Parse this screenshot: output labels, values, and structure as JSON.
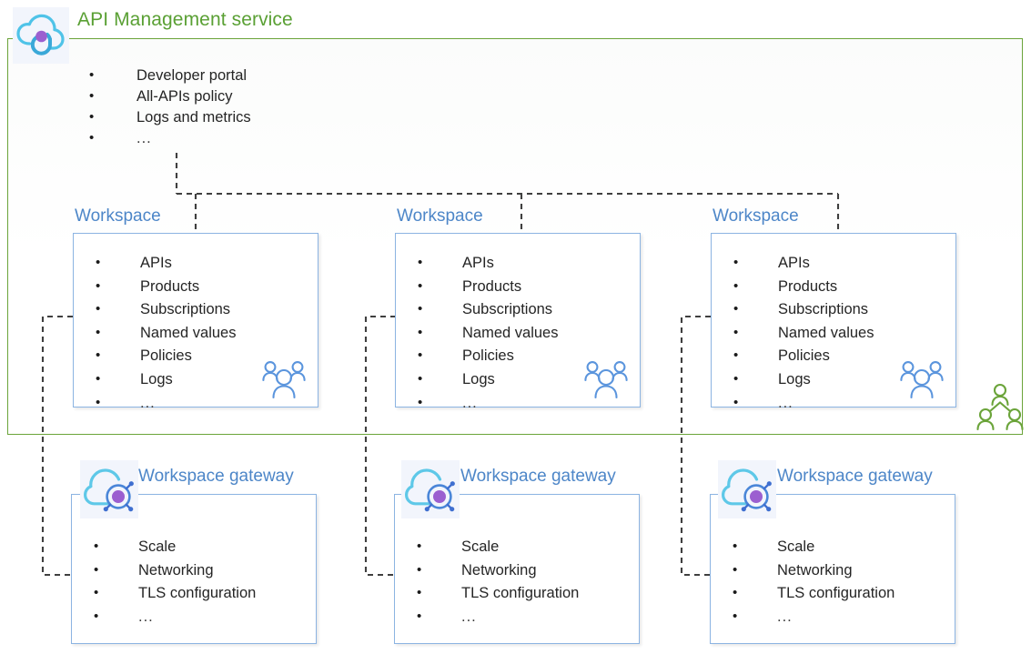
{
  "diagram": {
    "title": "API Management service",
    "title_color": "#5aa034",
    "accent_blue": "#4d86c8",
    "box_border": "#8cb4e2",
    "service_icon": "api-management-cloud-icon",
    "tenant_people_icon": "tenant-users-icon",
    "root_items": [
      "Developer portal",
      "All-APIs policy",
      "Logs and metrics",
      "..."
    ],
    "workspaces": [
      {
        "title": "Workspace",
        "items": [
          "APIs",
          "Products",
          "Subscriptions",
          "Named values",
          "Policies",
          "Logs",
          "..."
        ],
        "people_icon": "workspace-users-icon"
      },
      {
        "title": "Workspace",
        "items": [
          "APIs",
          "Products",
          "Subscriptions",
          "Named values",
          "Policies",
          "Logs",
          "..."
        ],
        "people_icon": "workspace-users-icon"
      },
      {
        "title": "Workspace",
        "items": [
          "APIs",
          "Products",
          "Subscriptions",
          "Named values",
          "Policies",
          "Logs",
          "..."
        ],
        "people_icon": "workspace-users-icon"
      }
    ],
    "gateways": [
      {
        "title": "Workspace gateway",
        "icon": "workspace-gateway-cloud-icon",
        "items": [
          "Scale",
          "Networking",
          "TLS configuration",
          "..."
        ]
      },
      {
        "title": "Workspace gateway",
        "icon": "workspace-gateway-cloud-icon",
        "items": [
          "Scale",
          "Networking",
          "TLS configuration",
          "..."
        ]
      },
      {
        "title": "Workspace gateway",
        "icon": "workspace-gateway-cloud-icon",
        "items": [
          "Scale",
          "Networking",
          "TLS configuration",
          "..."
        ]
      }
    ]
  }
}
